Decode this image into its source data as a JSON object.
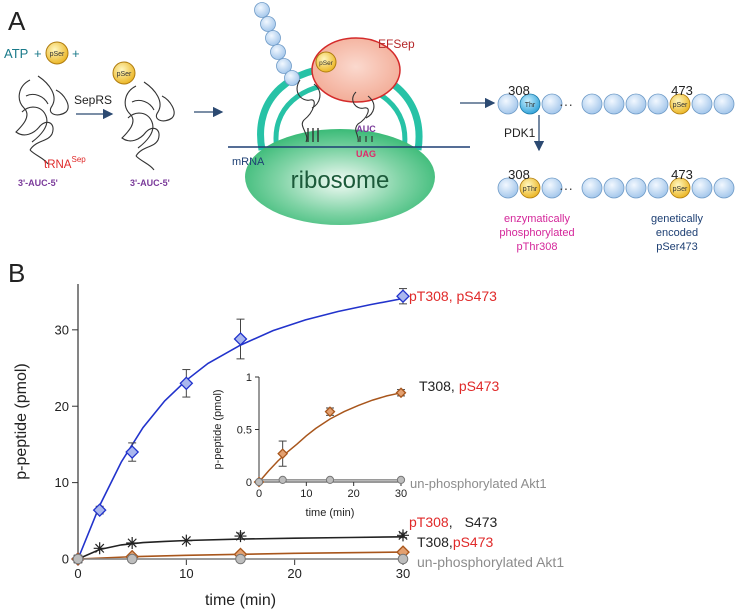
{
  "panel_a": {
    "label": "A",
    "atp": "ATP",
    "plus": "+",
    "pser": "pSer",
    "pthr": "pThr",
    "thr": "Thr",
    "sepRS": "SepRS",
    "trna_name": "tRNA",
    "trna_sup": "Sep",
    "anticodon": "3'-AUC-5'",
    "efsep": "EFSep",
    "mrna": "mRNA",
    "auc": "AUC",
    "uag": "UAG",
    "ribosome": "ribosome",
    "pos308": "308",
    "pos473": "473",
    "ellipsis": "···",
    "pdk1": "PDK1",
    "caption_enzymatic": [
      "enzymatically",
      "phosphorylated",
      "pThr308"
    ],
    "caption_genetic": [
      "genetically",
      "encoded",
      "pSer473"
    ]
  },
  "panel_b": {
    "label": "B",
    "labels": {
      "pT308": "pT308",
      "comma": ",",
      "pS473": "pS473",
      "T308": "T308",
      "S473": "S473",
      "unphos": "un-phosphorylated Akt1"
    }
  },
  "colors": {
    "blue": "#2233cc",
    "black": "#222222",
    "brown": "#a8561c",
    "gray": "#8c8c8c",
    "red": "#e02a2a",
    "teal": "#1a7a8a",
    "magenta": "#d4279a",
    "navy": "#1d3f73"
  },
  "chart_data": [
    {
      "type": "line",
      "xlabel": "time (min)",
      "ylabel": "p-peptide (pmol)",
      "xlim": [
        0,
        30
      ],
      "ylim": [
        0,
        36
      ],
      "x_ticks": [
        "0",
        "10",
        "20",
        "30"
      ],
      "y_ticks": [
        "0",
        "10",
        "20",
        "30"
      ],
      "grid": false,
      "series": [
        {
          "name": "pT308, pS473",
          "color": "#2233cc",
          "marker": "diamond",
          "points": [
            [
              0,
              0
            ],
            [
              2,
              6.4
            ],
            [
              5,
              14.0
            ],
            [
              10,
              23.0
            ],
            [
              15,
              28.8
            ],
            [
              30,
              34.4
            ]
          ],
          "errors": [
            0,
            0.5,
            1.2,
            1.8,
            2.6,
            1.0
          ],
          "fit": [
            [
              0,
              0
            ],
            [
              2,
              7.0
            ],
            [
              4,
              12.7
            ],
            [
              6,
              17.2
            ],
            [
              8,
              20.7
            ],
            [
              10,
              23.4
            ],
            [
              12,
              25.6
            ],
            [
              15,
              28.0
            ],
            [
              18,
              29.9
            ],
            [
              21,
              31.3
            ],
            [
              24,
              32.4
            ],
            [
              27,
              33.3
            ],
            [
              30,
              34.1
            ]
          ]
        },
        {
          "name": "pT308, S473",
          "color": "#222222",
          "marker": "asterisk",
          "points": [
            [
              0,
              0
            ],
            [
              2,
              1.4
            ],
            [
              5,
              2.1
            ],
            [
              10,
              2.4
            ],
            [
              15,
              3.0
            ],
            [
              30,
              3.1
            ]
          ],
          "errors": [
            0,
            0,
            0,
            0,
            0.4,
            0.3
          ],
          "fit": [
            [
              0,
              0
            ],
            [
              2,
              1.25
            ],
            [
              4,
              1.85
            ],
            [
              6,
              2.15
            ],
            [
              8,
              2.3
            ],
            [
              10,
              2.42
            ],
            [
              15,
              2.6
            ],
            [
              20,
              2.72
            ],
            [
              25,
              2.82
            ],
            [
              30,
              2.9
            ]
          ]
        },
        {
          "name": "T308, pS473",
          "color": "#a8561c",
          "marker": "diamond",
          "points": [
            [
              0,
              0
            ],
            [
              5,
              0.3
            ],
            [
              15,
              0.6
            ],
            [
              30,
              0.9
            ]
          ],
          "errors": [
            0,
            0,
            0,
            0
          ],
          "fit": [
            [
              0,
              0
            ],
            [
              5,
              0.3
            ],
            [
              10,
              0.48
            ],
            [
              15,
              0.62
            ],
            [
              20,
              0.74
            ],
            [
              25,
              0.82
            ],
            [
              30,
              0.9
            ]
          ]
        },
        {
          "name": "un-phosphorylated Akt1",
          "color": "#8c8c8c",
          "marker": "circle",
          "points": [
            [
              0,
              0
            ],
            [
              5,
              0
            ],
            [
              15,
              0
            ],
            [
              30,
              0
            ]
          ],
          "errors": [
            0,
            0,
            0,
            0
          ],
          "fit": [
            [
              0,
              0
            ],
            [
              30,
              0
            ]
          ]
        }
      ]
    },
    {
      "type": "line",
      "xlabel": "time (min)",
      "ylabel": "p-peptide (pmol)",
      "xlim": [
        0,
        30
      ],
      "ylim": [
        0,
        1
      ],
      "x_ticks": [
        "0",
        "10",
        "20",
        "30"
      ],
      "y_ticks": [
        "0",
        "0.5",
        "1"
      ],
      "grid": false,
      "series": [
        {
          "name": "T308, pS473",
          "color": "#a8561c",
          "marker": "diamond",
          "points": [
            [
              0,
              0
            ],
            [
              5,
              0.27
            ],
            [
              15,
              0.67
            ],
            [
              30,
              0.85
            ]
          ],
          "errors": [
            0,
            0.12,
            0.035,
            0.03
          ],
          "fit": [
            [
              0,
              0
            ],
            [
              2,
              0.105
            ],
            [
              4,
              0.2
            ],
            [
              6,
              0.285
            ],
            [
              8,
              0.36
            ],
            [
              10,
              0.44
            ],
            [
              12,
              0.51
            ],
            [
              15,
              0.6
            ],
            [
              18,
              0.67
            ],
            [
              21,
              0.73
            ],
            [
              24,
              0.78
            ],
            [
              27,
              0.82
            ],
            [
              30,
              0.85
            ]
          ]
        },
        {
          "name": "un-phosphorylated Akt1",
          "color": "#8c8c8c",
          "marker": "circle",
          "points": [
            [
              0,
              0
            ],
            [
              5,
              0.02
            ],
            [
              15,
              0.02
            ],
            [
              30,
              0.02
            ]
          ],
          "errors": [
            0,
            0,
            0,
            0
          ],
          "fit": [
            [
              0,
              0.02
            ],
            [
              30,
              0.02
            ]
          ]
        }
      ]
    }
  ]
}
